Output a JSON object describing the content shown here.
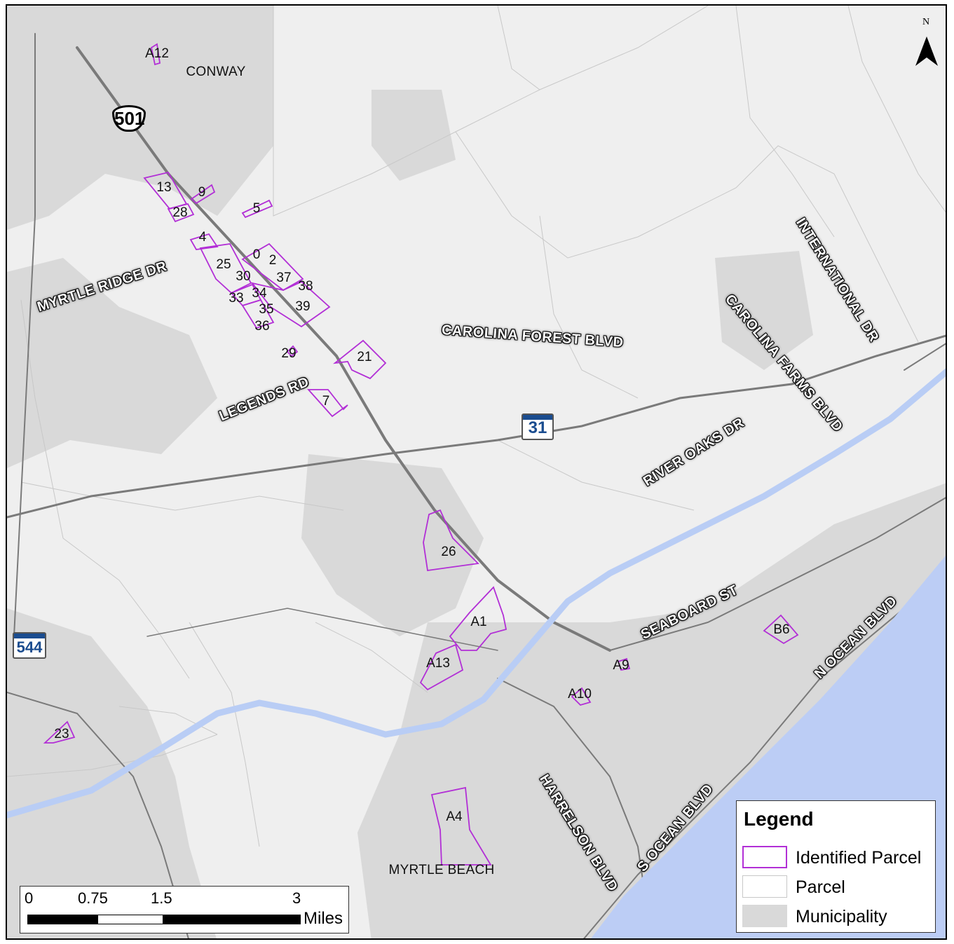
{
  "map": {
    "colors": {
      "background": "#efefef",
      "parcel_line": "#c8c8c8",
      "municipality": "#d9d9d9",
      "roads": "#7a7a7a",
      "waterway": "#b9cdf5",
      "ocean": "#bccdf5",
      "identified_parcel": "#b22fd6"
    },
    "town_labels": {
      "conway": "CONWAY",
      "myrtle_beach": "MYRTLE BEACH"
    },
    "road_labels": {
      "myrtle_ridge_dr": "MYRTLE RIDGE DR",
      "legends_rd": "LEGENDS RD",
      "carolina_forest_blvd": "CAROLINA FOREST BLVD",
      "carolina_farms_blvd": "CAROLINA FARMS BLVD",
      "international_dr": "INTERNATIONAL DR",
      "river_oaks_dr": "RIVER OAKS DR",
      "seaboard_st": "SEABOARD ST",
      "n_ocean_blvd": "N OCEAN BLVD",
      "harrelson_blvd": "HARRELSON BLVD",
      "s_ocean_blvd": "S OCEAN BLVD"
    },
    "shields": {
      "us_501": "501",
      "sc_31": "31",
      "sc_544": "544"
    },
    "parcels": {
      "p_a12": "A12",
      "p_13": "13",
      "p_9": "9",
      "p_28": "28",
      "p_5": "5",
      "p_4": "4",
      "p_0": "0",
      "p_2": "2",
      "p_25": "25",
      "p_30": "30",
      "p_37": "37",
      "p_38": "38",
      "p_34": "34",
      "p_33": "33",
      "p_35": "35",
      "p_39": "39",
      "p_36": "36",
      "p_29": "29",
      "p_21": "21",
      "p_7": "7",
      "p_26": "26",
      "p_a1": "A1",
      "p_a13": "A13",
      "p_a9": "A9",
      "p_b6": "B6",
      "p_a10": "A10",
      "p_23": "23",
      "p_a4": "A4"
    }
  },
  "north_arrow": {
    "label": "N"
  },
  "legend": {
    "title": "Legend",
    "items": {
      "identified": "Identified Parcel",
      "parcel": "Parcel",
      "municipality": "Municipality"
    }
  },
  "scale_bar": {
    "ticks": {
      "t0": "0",
      "t1": "0.75",
      "t2": "1.5",
      "t3": "3"
    },
    "unit": "Miles"
  }
}
